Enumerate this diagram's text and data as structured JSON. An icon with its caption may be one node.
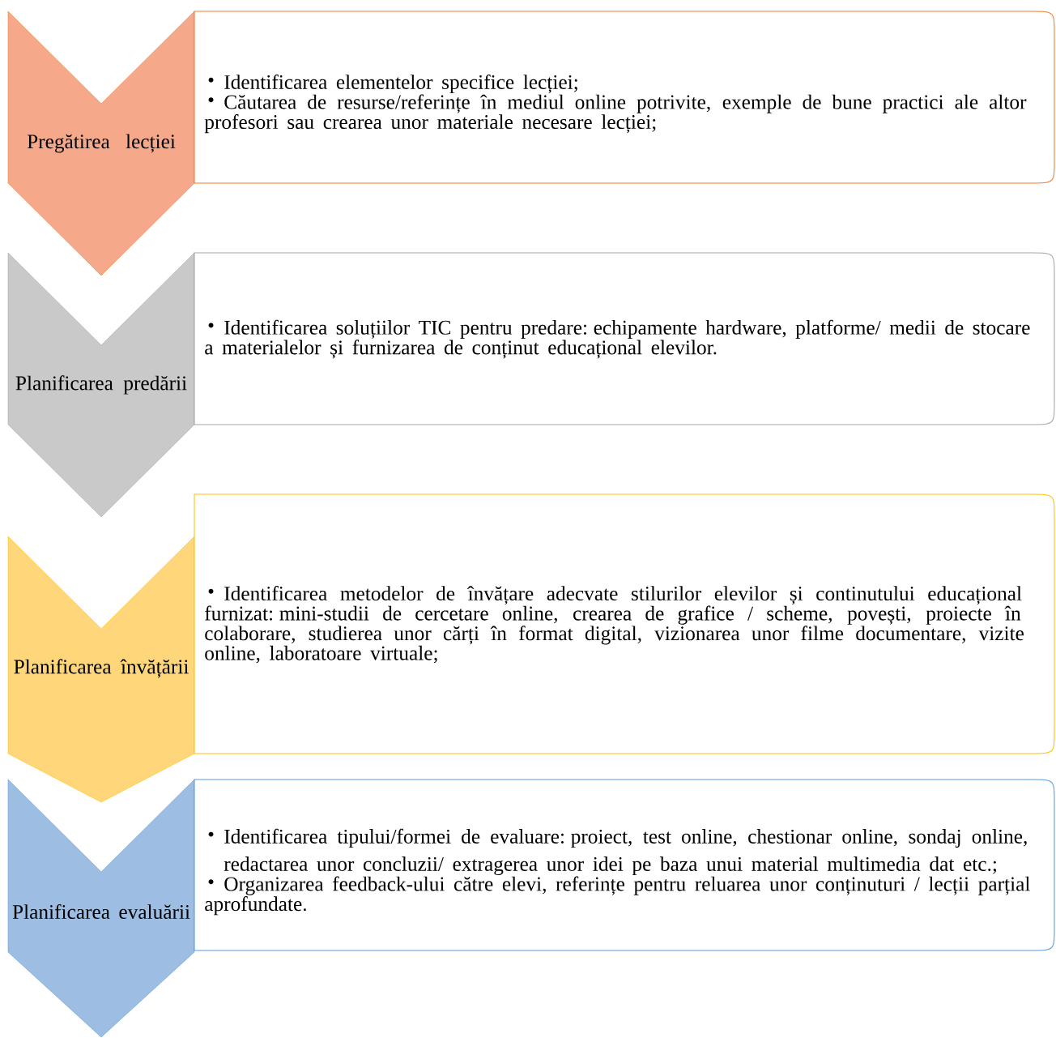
{
  "diagram": {
    "nodes": [
      {
        "text": [
          "Pregătirea lecției"
        ]
      },
      {
        "text": [
          "Identificarea elementelor specifice lecției;",
          "Căutarea de resurse/referințe în mediul online potrivite, exemple de bune practici ale altor profesori sau crearea unor materiale necesare lecției;"
        ]
      },
      {
        "text": [
          "Planificarea predării"
        ]
      },
      {
        "text": [
          "Identificarea soluțiilor TIC pentru predare: echipamente hardware, platforme/ medii de stocare a materialelor și furnizarea de conținut educațional elevilor."
        ]
      },
      {
        "text": [
          "Planificarea învățării"
        ]
      },
      {
        "text": [
          "Identificarea metodelor de învățare adecvate stilurilor elevilor și continutului educațional furnizat: mini-studii de cercetare online, crearea de grafice / scheme, povești, proiecte în colaborare, studierea unor cărți în format digital, vizionarea unor filme documentare, vizite online, laboratoare virtuale;"
        ]
      },
      {
        "text": [
          "Planificarea evaluării"
        ]
      },
      {
        "text": [
          "Identificarea tipului/formei de evaluare: proiect, test online, chestionar online, sondaj online, redactarea unor concluzii/ extragerea unor idei pe baza unui material multimedia dat etc.;",
          "Organizarea feedback-ului către elevi, referințe pentru reluarea unor conținuturi / lecții parțial aprofundate."
        ]
      }
    ]
  }
}
